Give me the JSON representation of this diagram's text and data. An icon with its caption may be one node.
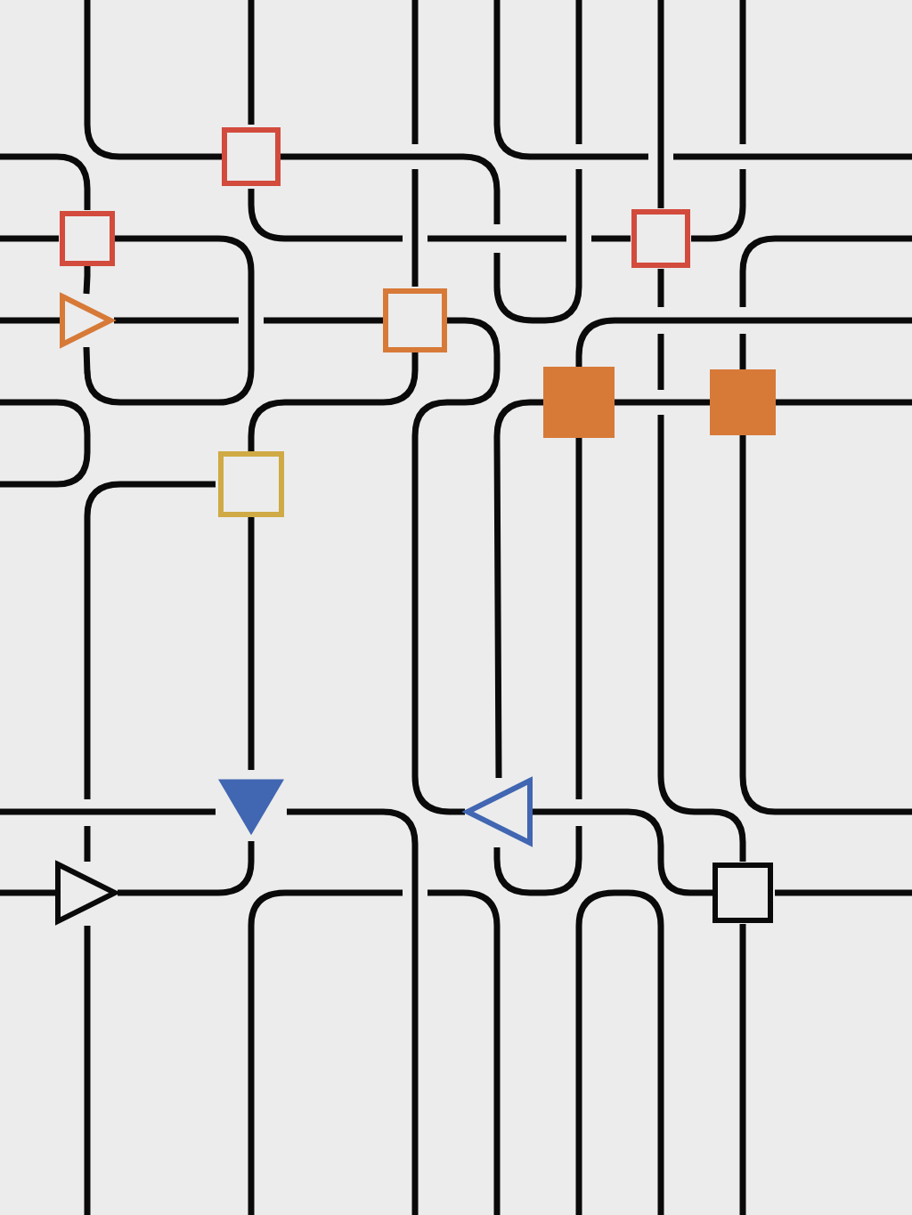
{
  "diagram": {
    "nodes": [
      {
        "text": [],
        "shape": "box"
      },
      {
        "text": [],
        "shape": "box"
      },
      {
        "text": [],
        "shape": "box"
      },
      {
        "text": [],
        "shape": "triangle"
      },
      {
        "text": [],
        "shape": "box"
      },
      {
        "text": [],
        "shape": "box"
      },
      {
        "text": [],
        "shape": "box"
      },
      {
        "text": [],
        "shape": "box"
      },
      {
        "text": [],
        "shape": "triangle"
      },
      {
        "text": [],
        "shape": "triangle"
      },
      {
        "text": [],
        "shape": "triangle"
      },
      {
        "text": [],
        "shape": "box"
      }
    ],
    "edges": [
      {
        "from": 1,
        "to": 3,
        "arrow": "none"
      },
      {
        "from": 1,
        "to": 3,
        "arrow": "none"
      },
      {
        "from": 4,
        "to": 7,
        "arrow": "none"
      },
      {
        "from": 4,
        "to": 9,
        "arrow": "none"
      },
      {
        "from": 5,
        "to": 6,
        "arrow": "none"
      },
      {
        "from": 5,
        "to": 9,
        "arrow": "none"
      },
      {
        "from": 7,
        "to": 8,
        "arrow": "none"
      },
      {
        "from": 10,
        "to": 8,
        "arrow": "none"
      },
      {
        "from": 9,
        "to": 11,
        "arrow": "none"
      }
    ]
  }
}
